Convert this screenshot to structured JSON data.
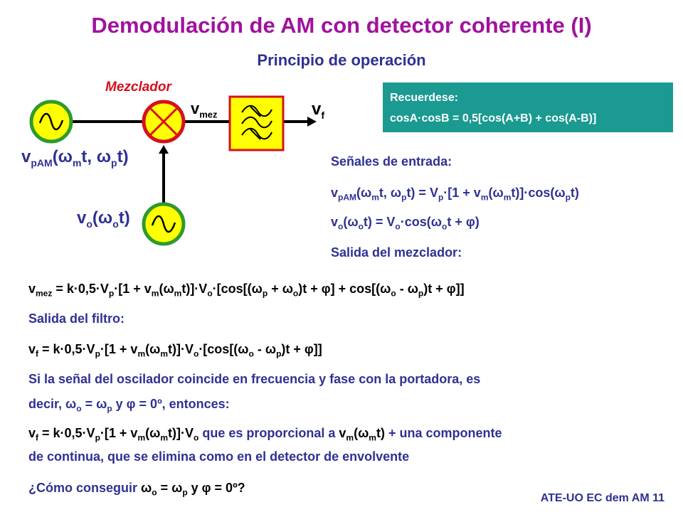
{
  "title": "Demodulación de AM con detector coherente (I)",
  "subtitle": "Principio de operación",
  "diagram": {
    "mixer_label": "Mezclador",
    "vmez_label": "v mez",
    "vf_label": "vf",
    "input_label": "vpAM(ωmt, ωpt)",
    "osc_label": "vo(ωot)"
  },
  "reminder": {
    "title": "Recuerdese:",
    "formula": "cosA·cosB = 0,5[cos(A+B) + cos(A-B)]"
  },
  "right_text": {
    "inputs_heading": "Señales de entrada:",
    "vpam_eq": "vpAM(ωmt, ωpt) = Vp·[1 + vm(ωmt)]·cos(ωpt)",
    "vo_eq": "vo(ωot) = Vo·cos(ωot + φ)",
    "mixer_output_heading": "Salida del mezclador:"
  },
  "body": {
    "vmez_eq": "vmez = k·0,5·Vp·[1 + vm(ωmt)]·Vo·[cos[(ωp + ωo)t + φ] + cos[(ωo - ωp)t + φ]]",
    "filter_heading": "Salida del filtro:",
    "vf_eq": "vf = k·0,5·Vp·[1 + vm(ωmt)]·Vo·[cos[(ωo - ωp)t + φ]]",
    "condition": "Si la señal del oscilador coincide en frecuencia y fase con la portadora, es decir, ωo = ωp y φ = 0º, entonces:",
    "result": "vf = k·0,5·Vp·[1 + vm(ωmt)]·Vo que es proporcional a vm(ωmt) + una componente de continua, que se elimina como en el detector de envolvente",
    "question": "¿Cómo conseguir ωo = ωp y φ = 0º?"
  },
  "footer": "ATE-UO EC dem AM 11",
  "colors": {
    "title": "#a0129e",
    "text": "#2e3192",
    "accent_red": "#d6101e",
    "source_green": "#2e9a2e",
    "source_fill": "#ffff00",
    "mixer_fill": "#ffff00",
    "filter_border": "#d6101e",
    "reminder_bg": "#1a9a91"
  }
}
